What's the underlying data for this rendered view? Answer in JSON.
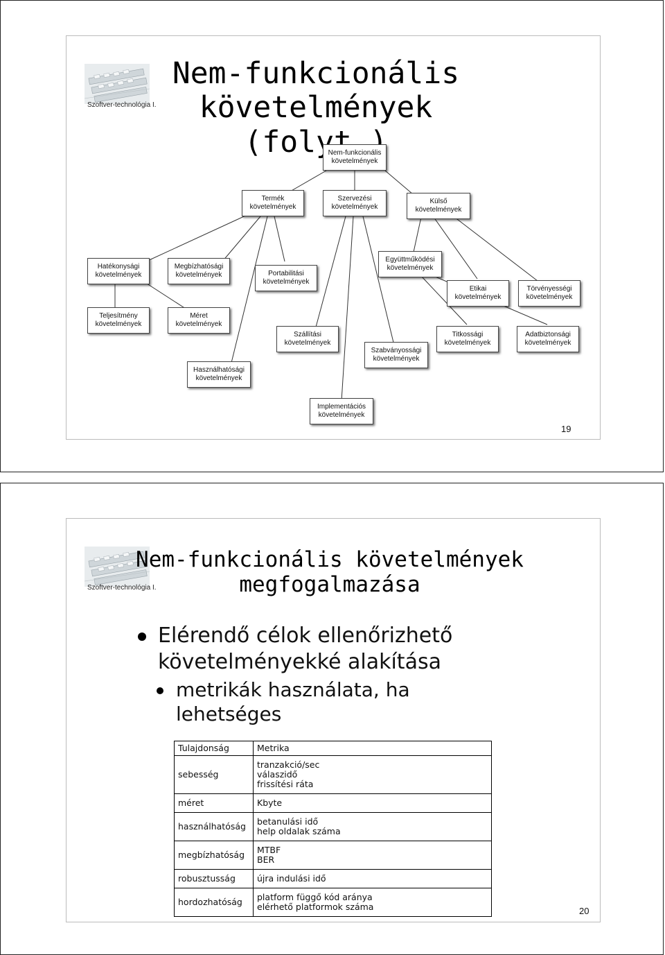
{
  "slide1": {
    "logo_caption": "Szoftver-technológia I.",
    "title_line1": "Nem-funkcionális",
    "title_line2": "követelmények (folyt.)",
    "page_number": "19",
    "nodes": {
      "root": [
        "Nem-funkcionális",
        "követelmények"
      ],
      "termek": [
        "Termék",
        "követelmények"
      ],
      "szervezesi": [
        "Szervezési",
        "követelmények"
      ],
      "kulso": [
        "Külső",
        "követelmények"
      ],
      "hatekonysagi": [
        "Hatékonysági",
        "követelmények"
      ],
      "megbizhatosagi": [
        "Megbízhatósági",
        "követelmények"
      ],
      "portabilitasi": [
        "Portabilitási",
        "követelmények"
      ],
      "egyuttmukodesi": [
        "Együttműködési",
        "követelmények"
      ],
      "etikai": [
        "Etikai",
        "követelmények"
      ],
      "torvenyessegi": [
        "Törvényességi",
        "követelmények"
      ],
      "teljesitmeny": [
        "Teljesítmény",
        "követelmények"
      ],
      "meret": [
        "Méret",
        "követelmények"
      ],
      "szallitasi": [
        "Szállítási",
        "követelmények"
      ],
      "szabvanyossagi": [
        "Szabványossági",
        "követelmények"
      ],
      "titkossagi": [
        "Titkossági",
        "követelmények"
      ],
      "adatbiztonsagi": [
        "Adatbiztonsági",
        "követelmények"
      ],
      "hasznalhatosagi": [
        "Használhatósági",
        "követelmények"
      ],
      "implementacios": [
        "Implementációs",
        "követelmények"
      ]
    }
  },
  "slide2": {
    "logo_caption": "Szoftver-technológia I.",
    "title_line1": "Nem-funkcionális követelmények",
    "title_line2": "megfogalmazása",
    "bullet1_line1": "Elérendő célok ellenőrizhető",
    "bullet1_line2": "követelményekké alakítása",
    "bullet2_line1": "metrikák használata, ha",
    "bullet2_line2": "lehetséges",
    "page_number": "20",
    "table": {
      "header": [
        "Tulajdonság",
        "Metrika"
      ],
      "rows": [
        {
          "prop": "sebesség",
          "metrics": [
            "tranzakció/sec",
            "válaszidő",
            "frissítési ráta"
          ]
        },
        {
          "prop": "méret",
          "metrics": [
            "Kbyte"
          ]
        },
        {
          "prop": "használhatóság",
          "metrics": [
            "betanulási idő",
            "help oldalak száma"
          ]
        },
        {
          "prop": "megbízhatóság",
          "metrics": [
            "MTBF",
            "BER"
          ]
        },
        {
          "prop": "robusztusság",
          "metrics": [
            "újra indulási idő"
          ]
        },
        {
          "prop": "hordozhatóság",
          "metrics": [
            "platform függő kód aránya",
            "elérhető platformok száma"
          ]
        }
      ]
    }
  }
}
